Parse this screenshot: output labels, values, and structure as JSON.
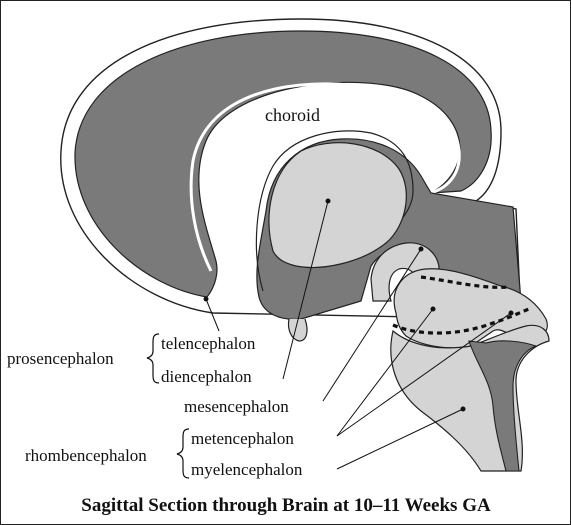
{
  "labels": {
    "choroid": "choroid",
    "prosencephalon": "prosencephalon",
    "telencephalon": "telencephalon",
    "diencephalon": "diencephalon",
    "mesencephalon": "mesencephalon",
    "rhombencephalon": "rhombencephalon",
    "metencephalon": "metencephalon",
    "myelencephalon": "myelencephalon"
  },
  "caption": "Sagittal Section through Brain at 10–11 Weeks GA",
  "colors": {
    "dark_gray": "#7a7a7a",
    "light_gray": "#d4d4d4",
    "stroke": "#222222",
    "background": "#ffffff"
  }
}
